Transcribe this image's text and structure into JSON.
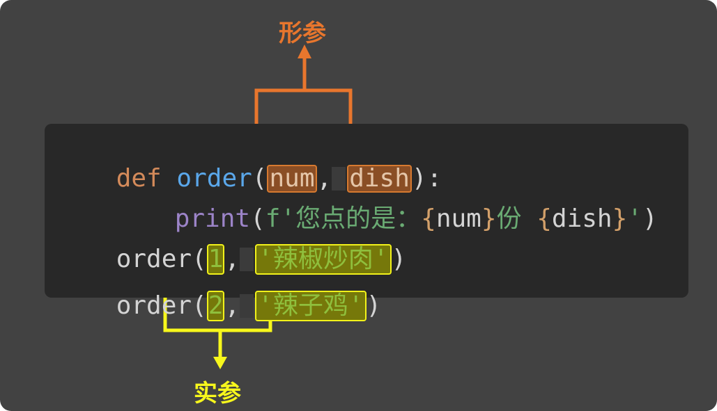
{
  "labels": {
    "formal_params": "形参",
    "actual_args": "实参"
  },
  "code": {
    "line1": {
      "def": "def",
      "fname": "order",
      "open": "(",
      "p1": "num",
      "comma": ",",
      "p2": "dish",
      "close": "):"
    },
    "line2": {
      "print": "print",
      "open": "(",
      "fstr_start": "f'您点的是：",
      "br_open1": "{",
      "v1": "num",
      "br_close1": "}",
      "mid": "份 ",
      "br_open2": "{",
      "v2": "dish",
      "br_close2": "}",
      "quote_end": "'",
      "close": ")"
    },
    "line3": {
      "fname": "order",
      "open": "(",
      "a1": "1",
      "comma": ",",
      "a2": "'辣椒炒肉'",
      "close": ")"
    },
    "line4": {
      "fname": "order",
      "open": "(",
      "a1": "2",
      "comma": ",",
      "a2": "'辣子鸡'",
      "close": ")"
    }
  },
  "colors": {
    "formal_params_accent": "#e8762d",
    "actual_args_accent": "#f7f71c",
    "background": "#424242",
    "code_background": "#282828"
  }
}
